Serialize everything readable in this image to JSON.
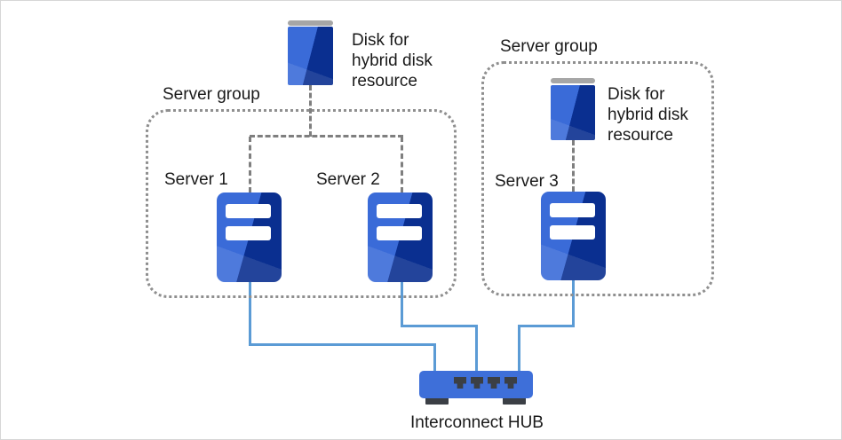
{
  "diagram": {
    "groups": [
      {
        "label": "Server group",
        "servers": [
          {
            "label": "Server 1"
          },
          {
            "label": "Server 2"
          }
        ]
      },
      {
        "label": "Server group",
        "servers": [
          {
            "label": "Server 3"
          }
        ],
        "disk": {
          "label": "Disk for hybrid disk resource"
        }
      }
    ],
    "shared_disk": {
      "label": "Disk for hybrid disk resource"
    },
    "hub": {
      "label": "Interconnect HUB"
    },
    "icons": {
      "server": "server-icon",
      "disk": "disk-icon",
      "hub": "hub-icon"
    }
  },
  "colors": {
    "server-light": "#3a6bd8",
    "server-dark": "#0a2f90",
    "disk-light": "#3a6bd8",
    "disk-dark": "#0a2f90",
    "disk-cap": "#a6a6a6",
    "hub-blue": "#3e6fd9",
    "hub-dark": "#3b3f45",
    "line-blue": "#5b9bd5",
    "line-gray": "#7f7f7f",
    "border-gray": "#8f8f8f",
    "text": "#1a1a1a"
  }
}
